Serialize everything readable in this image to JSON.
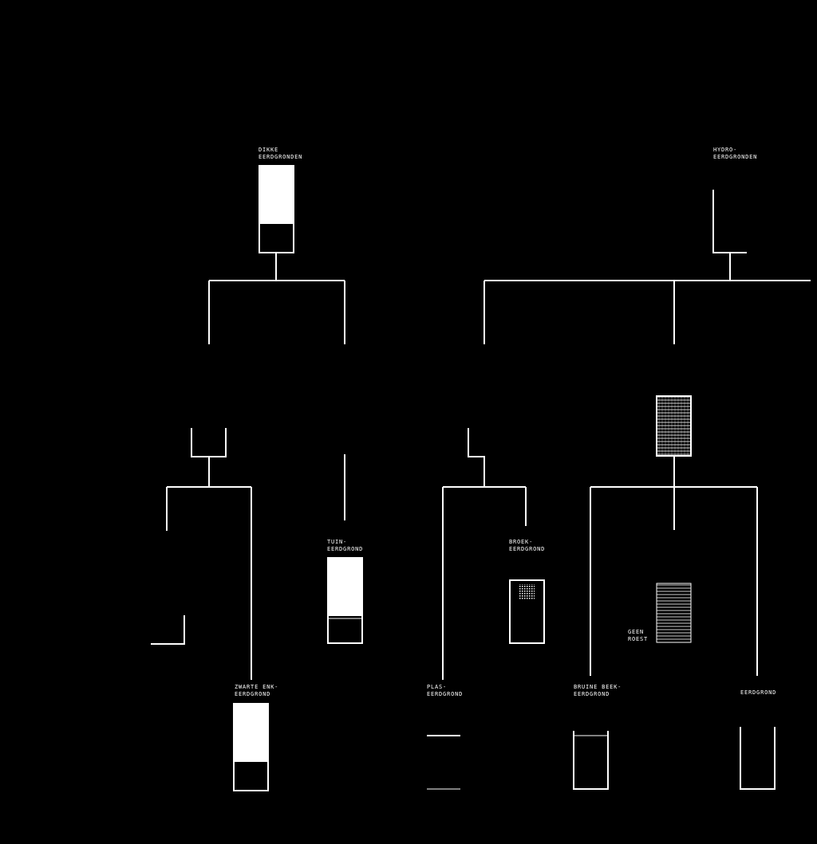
{
  "nodes": {
    "dikke": "DIKKE\nEERDGRONDEN",
    "hydro": "HYDRO-\nEERDGRONDEN",
    "tuin": "TUIN-\nEERDGROND",
    "broek": "BROEK-\nEERDGROND",
    "geen_roest": "GEEN\nROEST",
    "zwarte_enk": "ZWARTE ENK-\nEERDGROND",
    "plas": "PLAS-\nEERDGROND",
    "bruine_beek": "BRUINE BEEK-\nEERDGROND",
    "eerdgrond": "EERDGROND"
  },
  "colors": {
    "background": "#000000",
    "line": "#ffffff"
  }
}
